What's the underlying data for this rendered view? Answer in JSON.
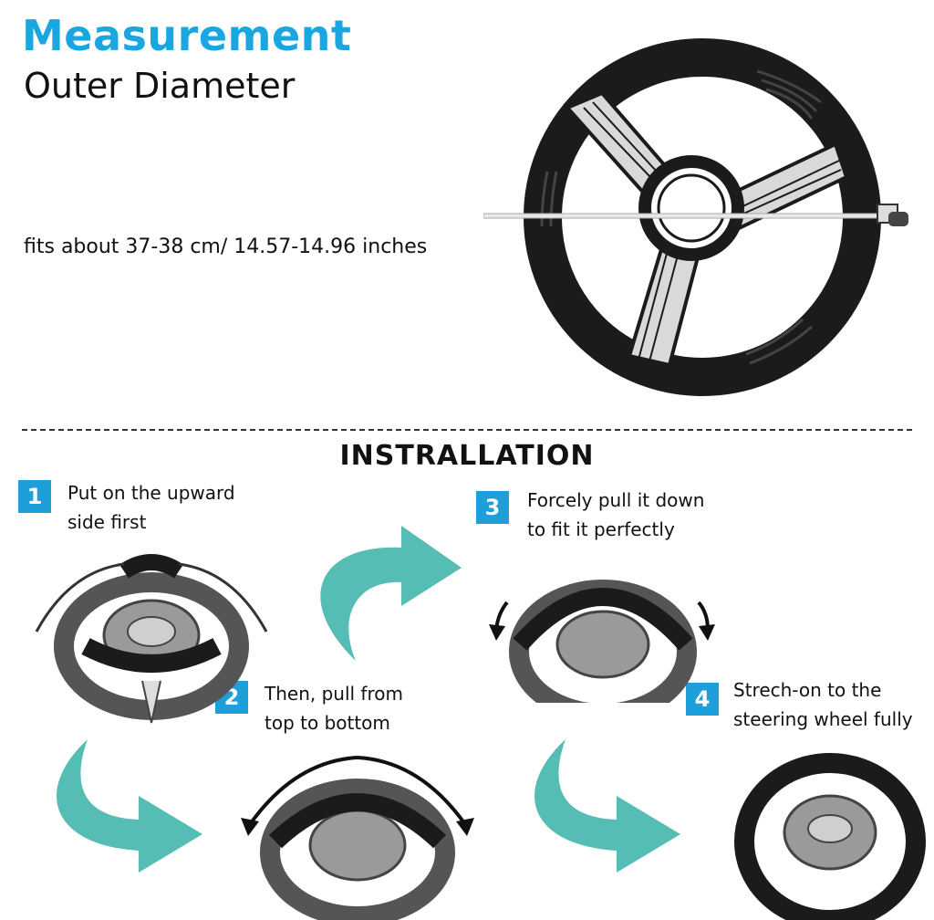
{
  "header": {
    "title": "Measurement",
    "subtitle": "Outer Diameter",
    "fits": "fits about 37-38 cm/ 14.57-14.96 inches"
  },
  "installation": {
    "title": "INSTRALLATION",
    "steps": [
      {
        "num": "1",
        "line1": "Put on the upward",
        "line2": "side first"
      },
      {
        "num": "2",
        "line1": "Then, pull from",
        "line2": "top to bottom"
      },
      {
        "num": "3",
        "line1": "Forcely pull it down",
        "line2": "to fit it perfectly"
      },
      {
        "num": "4",
        "line1": "Strech-on to the",
        "line2": "steering wheel fully"
      }
    ]
  },
  "colors": {
    "accent": "#1aa6e0",
    "badge": "#1e9fd9",
    "arrow": "#55bdb3",
    "wheel": "#1b1b1b"
  }
}
